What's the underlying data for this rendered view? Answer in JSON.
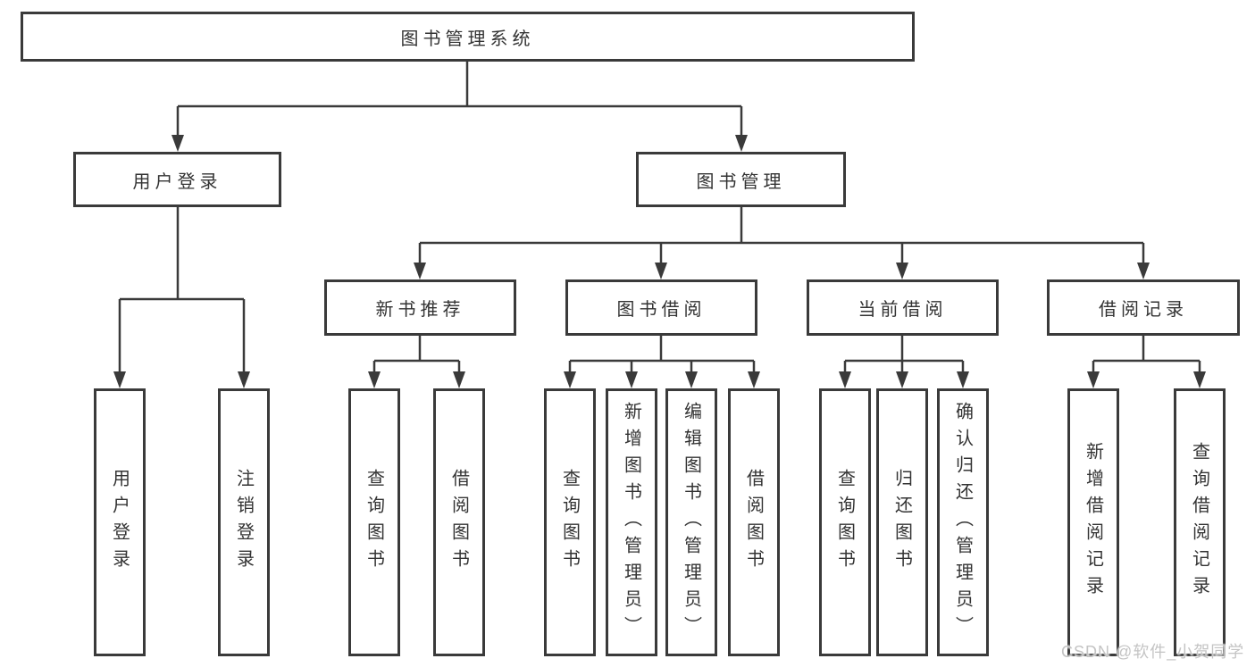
{
  "diagram": {
    "root": "图书管理系统",
    "login": {
      "label": "用户登录",
      "children": [
        "用户登录",
        "注销登录"
      ]
    },
    "management": {
      "label": "图书管理",
      "groups": [
        {
          "label": "新书推荐",
          "children": [
            "查询图书",
            "借阅图书"
          ]
        },
        {
          "label": "图书借阅",
          "children": [
            "查询图书",
            "新增图书（管理员）",
            "编辑图书（管理员）",
            "借阅图书"
          ]
        },
        {
          "label": "当前借阅",
          "children": [
            "查询图书",
            "归还图书",
            "确认归还（管理员）"
          ]
        },
        {
          "label": "借阅记录",
          "children": [
            "新增借阅记录",
            "查询借阅记录"
          ]
        }
      ]
    }
  },
  "watermark": "CSDN @软件_小贺同学",
  "colors": {
    "line": "#3a3a3a",
    "text": "#333333",
    "background": "#ffffff",
    "watermark": "#c4c4c4"
  }
}
